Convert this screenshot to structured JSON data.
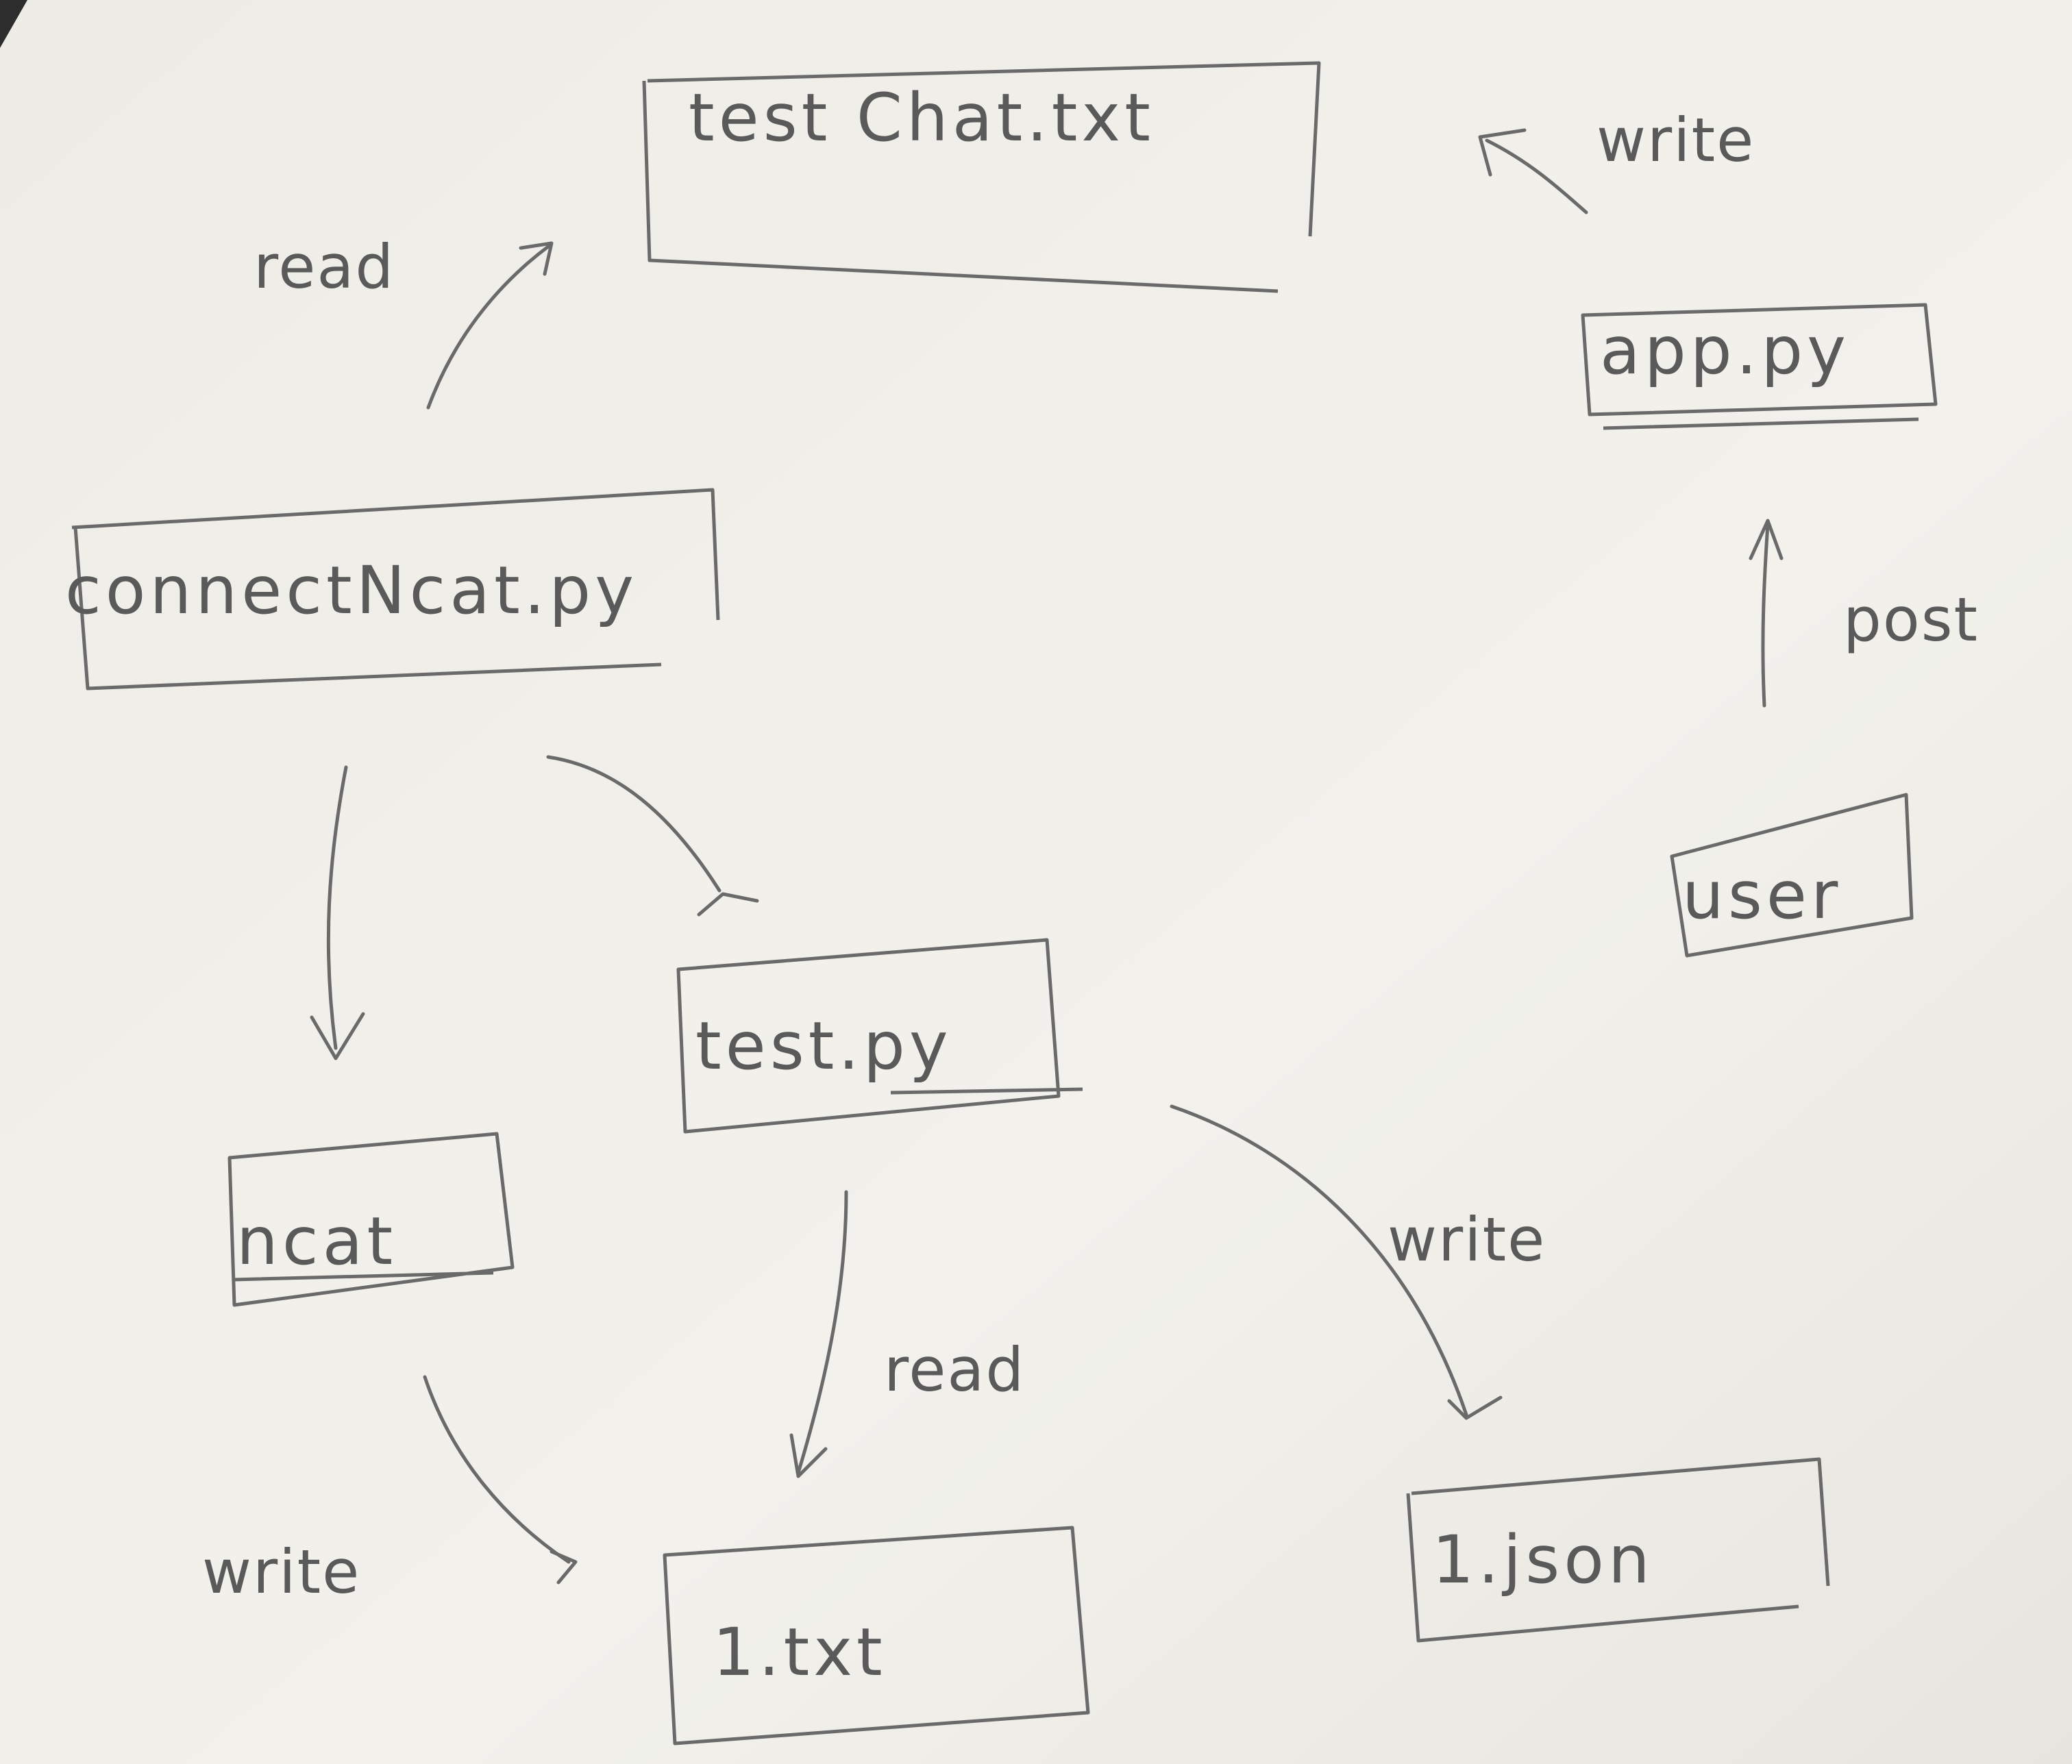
{
  "diagram": {
    "nodes": [
      {
        "id": "testchat",
        "label": "test Chat.txt"
      },
      {
        "id": "apppy",
        "label": "app.py"
      },
      {
        "id": "connectncat",
        "label": "connectNcat.py"
      },
      {
        "id": "user",
        "label": "user"
      },
      {
        "id": "testpy",
        "label": "test.py"
      },
      {
        "id": "ncat",
        "label": "ncat"
      },
      {
        "id": "onetxt",
        "label": "1.txt"
      },
      {
        "id": "onejson",
        "label": "1.json"
      }
    ],
    "edges": [
      {
        "from": "connectncat",
        "to": "testchat",
        "label": "read"
      },
      {
        "from": "apppy",
        "to": "testchat",
        "label": "write"
      },
      {
        "from": "user",
        "to": "apppy",
        "label": "post"
      },
      {
        "from": "connectncat",
        "to": "ncat",
        "label": ""
      },
      {
        "from": "connectncat",
        "to": "testpy",
        "label": ""
      },
      {
        "from": "testpy",
        "to": "onetxt",
        "label": "read"
      },
      {
        "from": "testpy",
        "to": "onejson",
        "label": "write"
      },
      {
        "from": "ncat",
        "to": "onetxt",
        "label": "write"
      }
    ]
  }
}
